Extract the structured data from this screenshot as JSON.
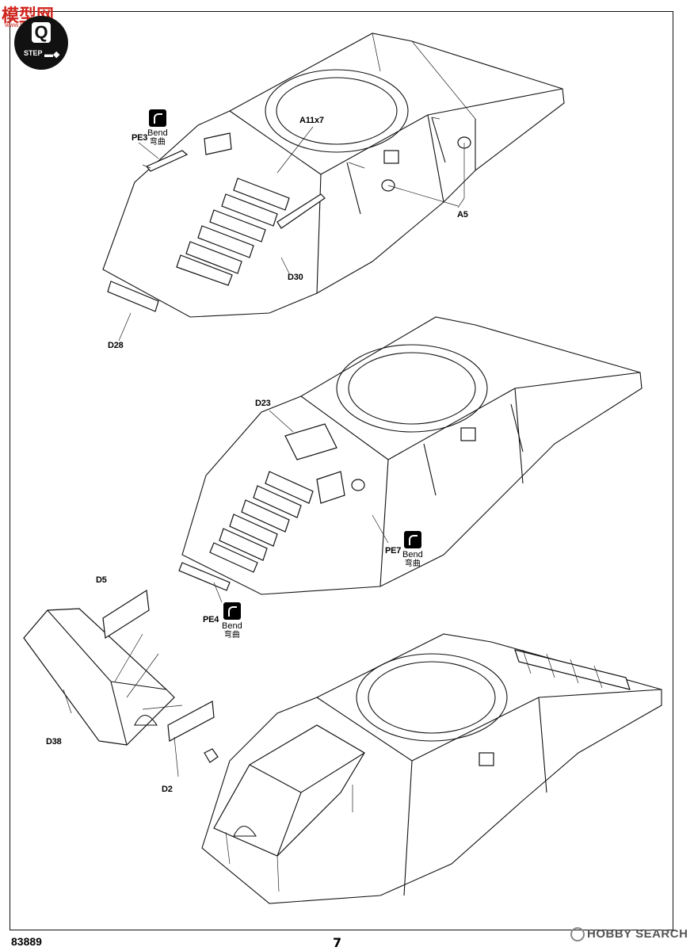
{
  "watermark": {
    "text": "模型网",
    "sub": "www.moxing.net"
  },
  "step": {
    "letter": "Q",
    "word": "STEP"
  },
  "labels": {
    "a11": "A11x7",
    "pe3": "PE3",
    "a5": "A5",
    "d30": "D30",
    "d28": "D28",
    "d23": "D23",
    "pe7": "PE7",
    "pe4": "PE4",
    "d5": "D5",
    "d38": "D38",
    "d2": "D2"
  },
  "bend": {
    "en": "Bend",
    "cn": "弯曲"
  },
  "footer": {
    "kit": "83889",
    "page": "7",
    "brand": "HOBBY SEARCH"
  }
}
